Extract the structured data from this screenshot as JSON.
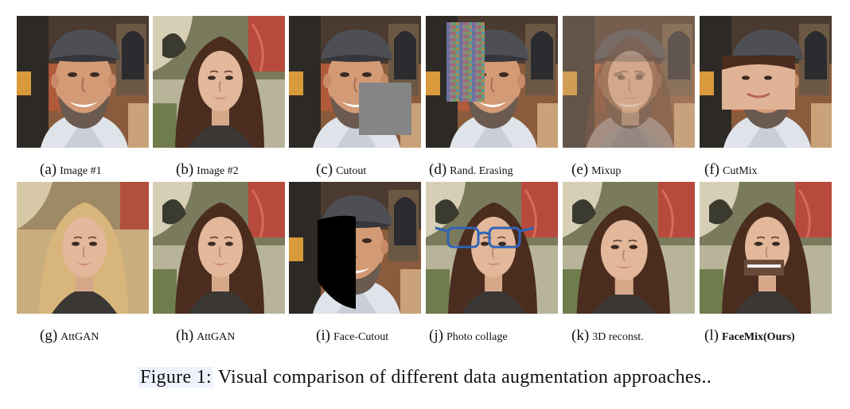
{
  "figure": {
    "caption_label": "Figure 1:",
    "caption_text": " Visual comparison of different data augmentation approaches.."
  },
  "panels": [
    {
      "letter": "(a)",
      "name": "Image #1",
      "face": "man",
      "effect": "none"
    },
    {
      "letter": "(b)",
      "name": "Image #2",
      "face": "woman",
      "effect": "none"
    },
    {
      "letter": "(c)",
      "name": "Cutout",
      "face": "man",
      "effect": "cutout"
    },
    {
      "letter": "(d)",
      "name": "Rand. Erasing",
      "face": "man",
      "effect": "noise"
    },
    {
      "letter": "(e)",
      "name": "Mixup",
      "face": "mixup",
      "effect": "blend"
    },
    {
      "letter": "(f)",
      "name": "CutMix",
      "face": "man",
      "effect": "cutmix"
    },
    {
      "letter": "(g)",
      "name": "AttGAN",
      "face": "blonde",
      "effect": "none"
    },
    {
      "letter": "(h)",
      "name": "AttGAN",
      "face": "woman",
      "effect": "smile"
    },
    {
      "letter": "(i)",
      "name": "Face-Cutout",
      "face": "man",
      "effect": "facecutout"
    },
    {
      "letter": "(j)",
      "name": "Photo collage",
      "face": "woman",
      "effect": "glasses"
    },
    {
      "letter": "(k)",
      "name": "3D reconst.",
      "face": "woman",
      "effect": "turned"
    },
    {
      "letter": "(l)",
      "name": "FaceMix(Ours)",
      "face": "woman",
      "effect": "facemix",
      "bold": true
    }
  ]
}
